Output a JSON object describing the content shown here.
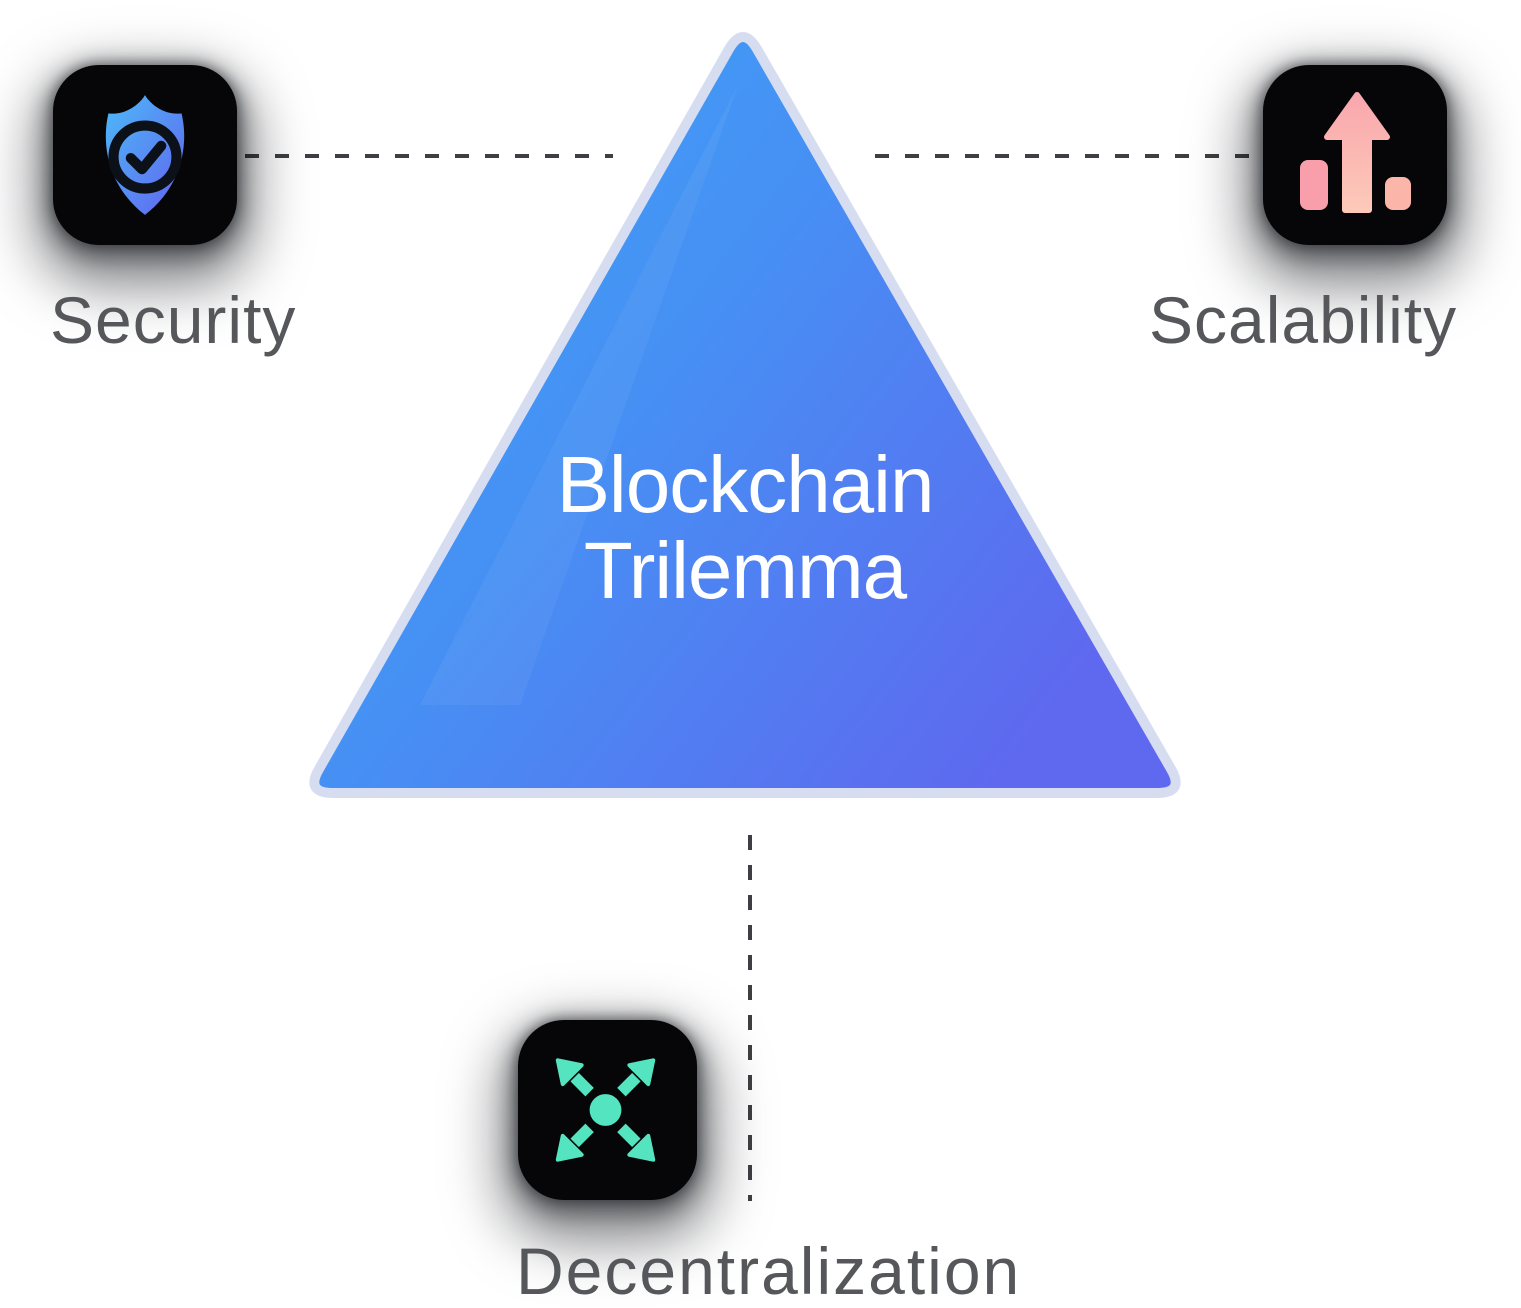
{
  "diagram": {
    "title": {
      "line1": "Blockchain",
      "line2": "Trilemma"
    },
    "nodes": [
      {
        "id": "security",
        "label": "Security",
        "icon": "shield-check-icon"
      },
      {
        "id": "scalability",
        "label": "Scalability",
        "icon": "growth-chart-icon"
      },
      {
        "id": "decentralization",
        "label": "Decentralization",
        "icon": "expand-arrows-icon"
      }
    ],
    "colors": {
      "page_background": "#FFFFFF",
      "triangle_gradient_start": "#3FA3F7",
      "triangle_gradient_end": "#5E69EF",
      "triangle_border": "#D7DDF1",
      "title_text": "#FFFFFF",
      "label_text": "#56575B",
      "tile_background": "#060608",
      "security_shield_gradient_start": "#4CBAF8",
      "security_shield_gradient_end": "#6262EF",
      "security_mark": "#0C1018",
      "scalability_bar_left": "#F99FAC",
      "scalability_arrow_start": "#F9A7AD",
      "scalability_arrow_end": "#FDC9B9",
      "scalability_bar_right": "#FBB5A9",
      "decentralization_icon": "#54E5C0",
      "connector": "#3E3F42"
    }
  }
}
